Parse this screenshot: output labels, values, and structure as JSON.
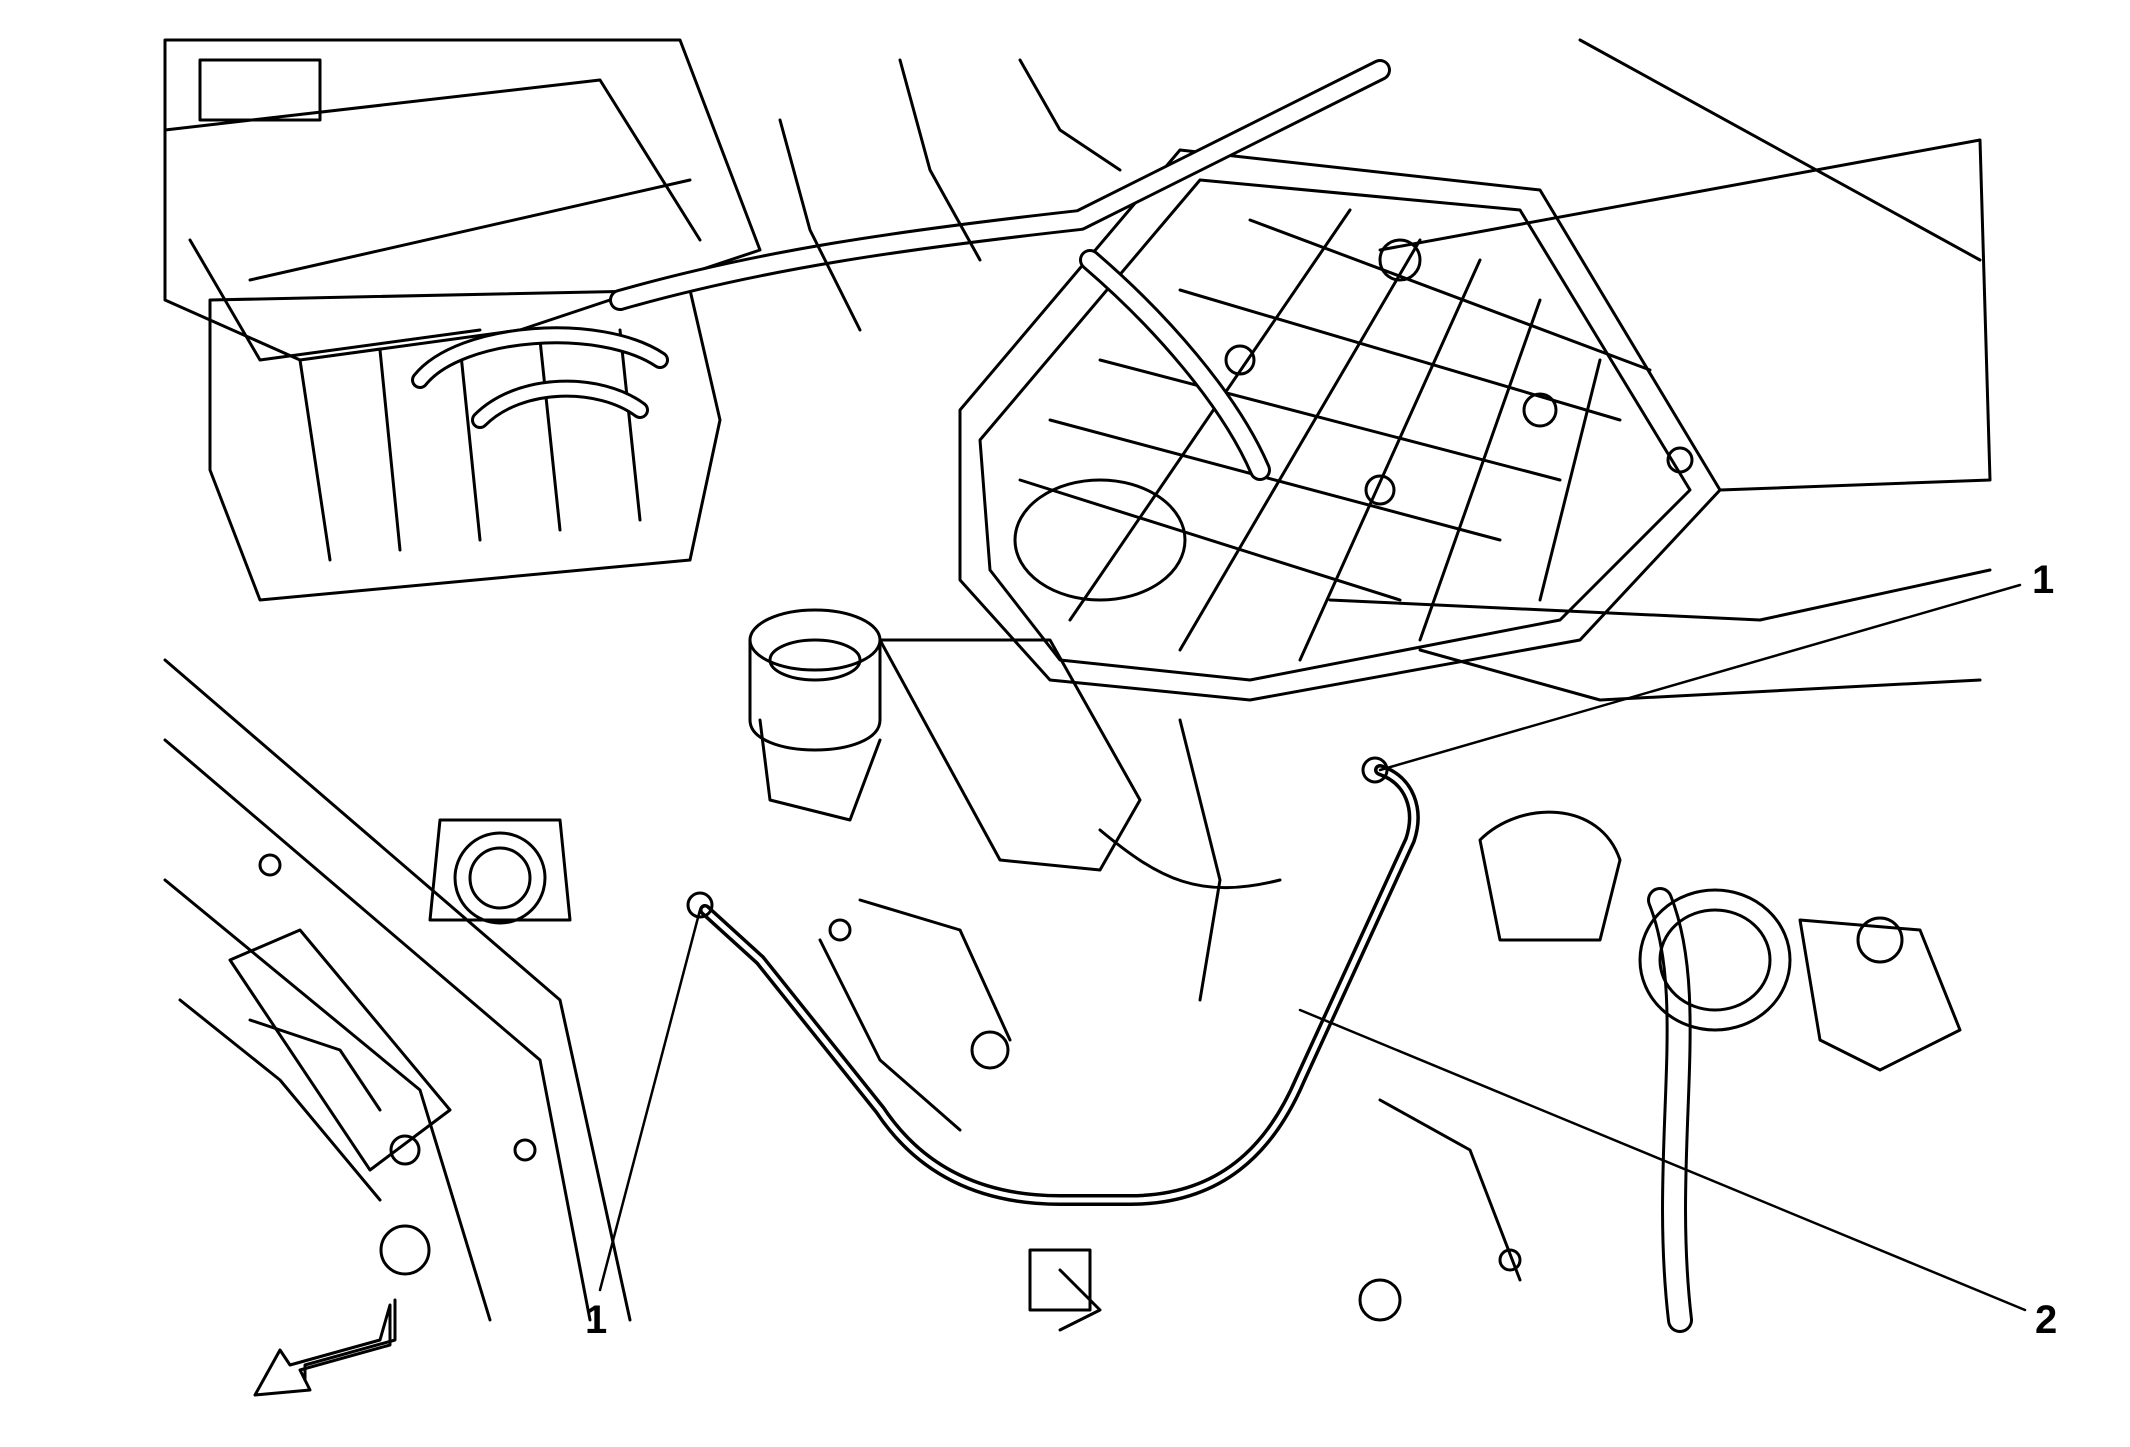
{
  "callouts": {
    "label_1_right": "1",
    "label_1_left": "1",
    "label_2": "2"
  },
  "colors": {
    "line": "#000000",
    "background": "#ffffff"
  },
  "icons": {
    "direction_arrow": "front-direction-arrow-icon"
  }
}
